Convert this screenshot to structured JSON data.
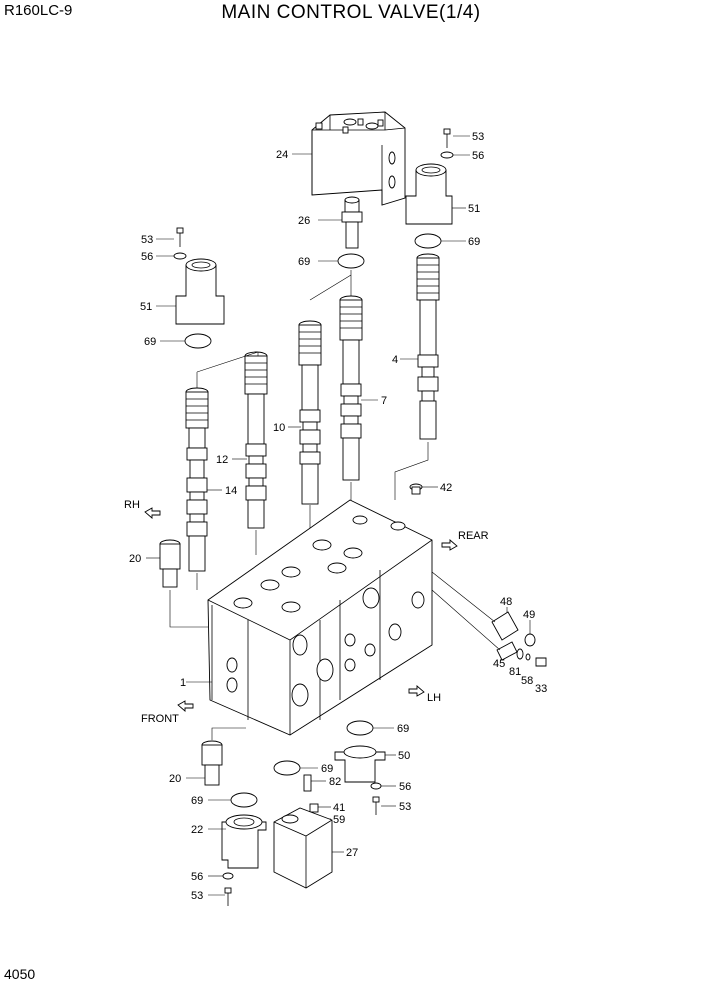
{
  "header": {
    "model": "R160LC-9",
    "title": "MAIN CONTROL VALVE(1/4)"
  },
  "footer": {
    "page_number": "4050"
  },
  "callouts": [
    {
      "id": "c24",
      "text": "24"
    },
    {
      "id": "c53a",
      "text": "53"
    },
    {
      "id": "c56a",
      "text": "56"
    },
    {
      "id": "c51a",
      "text": "51"
    },
    {
      "id": "c26",
      "text": "26"
    },
    {
      "id": "c69a",
      "text": "69"
    },
    {
      "id": "c53b",
      "text": "53"
    },
    {
      "id": "c56b",
      "text": "56"
    },
    {
      "id": "c69b",
      "text": "69"
    },
    {
      "id": "c51b",
      "text": "51"
    },
    {
      "id": "c69c",
      "text": "69"
    },
    {
      "id": "c4",
      "text": "4"
    },
    {
      "id": "c7",
      "text": "7"
    },
    {
      "id": "c10",
      "text": "10"
    },
    {
      "id": "c12",
      "text": "12"
    },
    {
      "id": "c14",
      "text": "14"
    },
    {
      "id": "c42",
      "text": "42"
    },
    {
      "id": "c20a",
      "text": "20"
    },
    {
      "id": "c48",
      "text": "48"
    },
    {
      "id": "c49",
      "text": "49"
    },
    {
      "id": "c45",
      "text": "45"
    },
    {
      "id": "c81",
      "text": "81"
    },
    {
      "id": "c58",
      "text": "58"
    },
    {
      "id": "c33",
      "text": "33"
    },
    {
      "id": "c1",
      "text": "1"
    },
    {
      "id": "c69d",
      "text": "69"
    },
    {
      "id": "c50",
      "text": "50"
    },
    {
      "id": "c20b",
      "text": "20"
    },
    {
      "id": "c69e",
      "text": "69"
    },
    {
      "id": "c82",
      "text": "82"
    },
    {
      "id": "c56c",
      "text": "56"
    },
    {
      "id": "c69f",
      "text": "69"
    },
    {
      "id": "c53c",
      "text": "53"
    },
    {
      "id": "c41",
      "text": "41"
    },
    {
      "id": "c59",
      "text": "59"
    },
    {
      "id": "c22",
      "text": "22"
    },
    {
      "id": "c27",
      "text": "27"
    },
    {
      "id": "c56d",
      "text": "56"
    },
    {
      "id": "c53d",
      "text": "53"
    }
  ],
  "direction_labels": {
    "rh": "RH",
    "rear": "REAR",
    "front": "FRONT",
    "lh": "LH"
  }
}
